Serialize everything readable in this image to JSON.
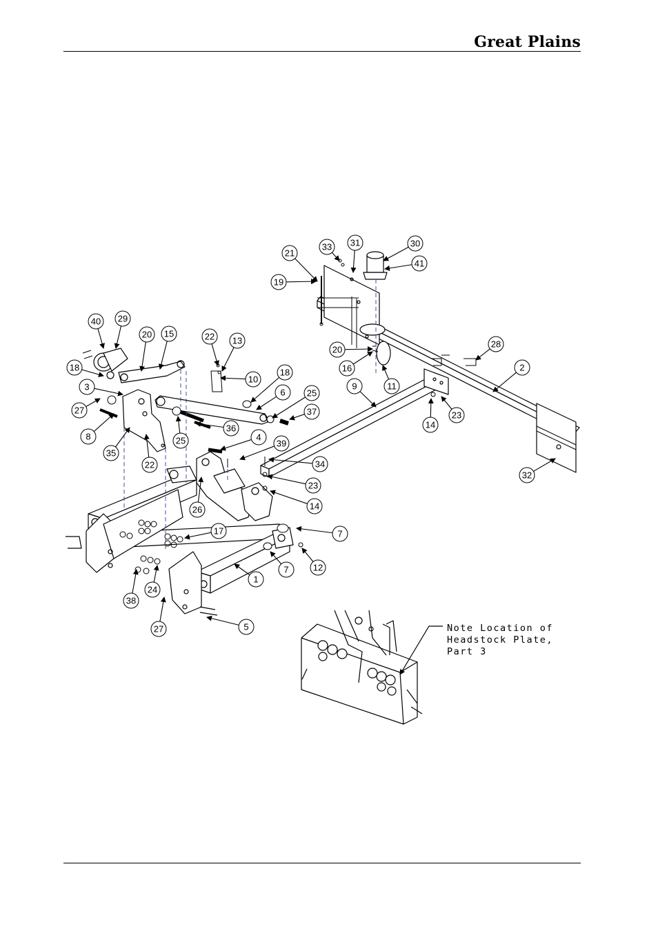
{
  "header": {
    "brand": "Great Plains"
  },
  "callout": {
    "lines": [
      "Note Location of",
      "Headstock Plate,",
      "Part 3"
    ]
  },
  "balloons": [
    {
      "n": "21"
    },
    {
      "n": "33"
    },
    {
      "n": "31"
    },
    {
      "n": "30"
    },
    {
      "n": "41"
    },
    {
      "n": "19"
    },
    {
      "n": "40"
    },
    {
      "n": "29"
    },
    {
      "n": "20"
    },
    {
      "n": "15"
    },
    {
      "n": "22"
    },
    {
      "n": "13"
    },
    {
      "n": "18"
    },
    {
      "n": "3"
    },
    {
      "n": "10"
    },
    {
      "n": "18"
    },
    {
      "n": "27"
    },
    {
      "n": "6"
    },
    {
      "n": "25"
    },
    {
      "n": "8"
    },
    {
      "n": "37"
    },
    {
      "n": "25"
    },
    {
      "n": "36"
    },
    {
      "n": "35"
    },
    {
      "n": "22"
    },
    {
      "n": "4"
    },
    {
      "n": "39"
    },
    {
      "n": "26"
    },
    {
      "n": "34"
    },
    {
      "n": "23"
    },
    {
      "n": "14"
    },
    {
      "n": "17"
    },
    {
      "n": "7"
    },
    {
      "n": "7"
    },
    {
      "n": "12"
    },
    {
      "n": "1"
    },
    {
      "n": "24"
    },
    {
      "n": "38"
    },
    {
      "n": "27"
    },
    {
      "n": "5"
    },
    {
      "n": "20"
    },
    {
      "n": "16"
    },
    {
      "n": "11"
    },
    {
      "n": "9"
    },
    {
      "n": "28"
    },
    {
      "n": "2"
    },
    {
      "n": "14"
    },
    {
      "n": "23"
    },
    {
      "n": "32"
    }
  ]
}
